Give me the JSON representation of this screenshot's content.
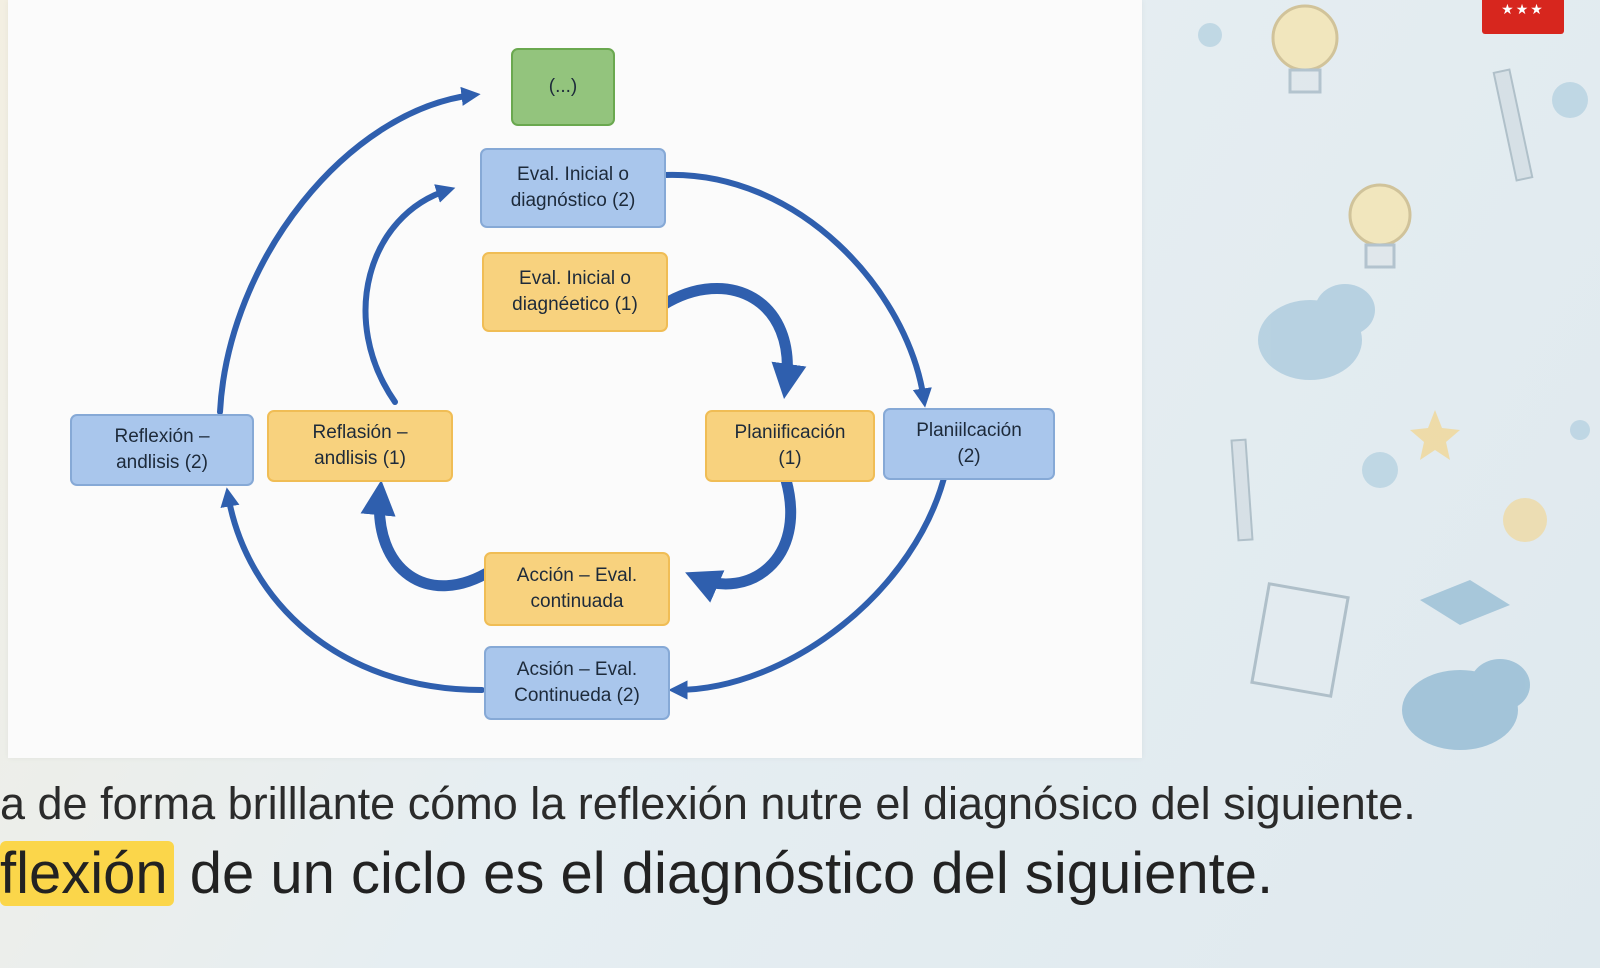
{
  "diagram": {
    "nodes": [
      {
        "id": "etc",
        "label": "(...)",
        "color": "green"
      },
      {
        "id": "eval2",
        "label": "Eval. Inicial o\ndiagnóstico (2)",
        "color": "blue"
      },
      {
        "id": "eval1",
        "label": "Eval. Inicial o\ndiagnéetico (1)",
        "color": "yellow"
      },
      {
        "id": "refl2",
        "label": "Reflexión –\nandlisis (2)",
        "color": "blue"
      },
      {
        "id": "refl1",
        "label": "Reflasión –\nandlisis (1)",
        "color": "yellow"
      },
      {
        "id": "plan1",
        "label": "Planiificación\n(1)",
        "color": "yellow"
      },
      {
        "id": "plan2",
        "label": "Planiilcación\n(2)",
        "color": "blue"
      },
      {
        "id": "acc1",
        "label": "Acción – Eval.\ncontinuada",
        "color": "yellow"
      },
      {
        "id": "acc2",
        "label": "Acsión – Eval.\nContinueda (2)",
        "color": "blue"
      }
    ],
    "edges": [
      {
        "from": "eval1",
        "to": "plan1"
      },
      {
        "from": "plan1",
        "to": "acc1"
      },
      {
        "from": "acc1",
        "to": "refl1"
      },
      {
        "from": "refl1",
        "to": "eval2"
      },
      {
        "from": "eval2",
        "to": "plan2"
      },
      {
        "from": "plan2",
        "to": "acc2"
      },
      {
        "from": "acc2",
        "to": "refl2"
      },
      {
        "from": "refl2",
        "to": "etc"
      }
    ],
    "colors": {
      "blue_fill": "#a9c6ec",
      "yellow_fill": "#f8d27e",
      "green_fill": "#93c47d",
      "arrow": "#2f5fae"
    }
  },
  "logo": {
    "text": "★★★",
    "color": "#d7261e"
  },
  "subtitles": {
    "line1": "a de forma brilllante cómo la reflexión nutre el diagnósico del siguiente.",
    "line2_highlight": "flexión",
    "line2_rest": " de un ciclo es el diagnóstico del siguiente."
  }
}
